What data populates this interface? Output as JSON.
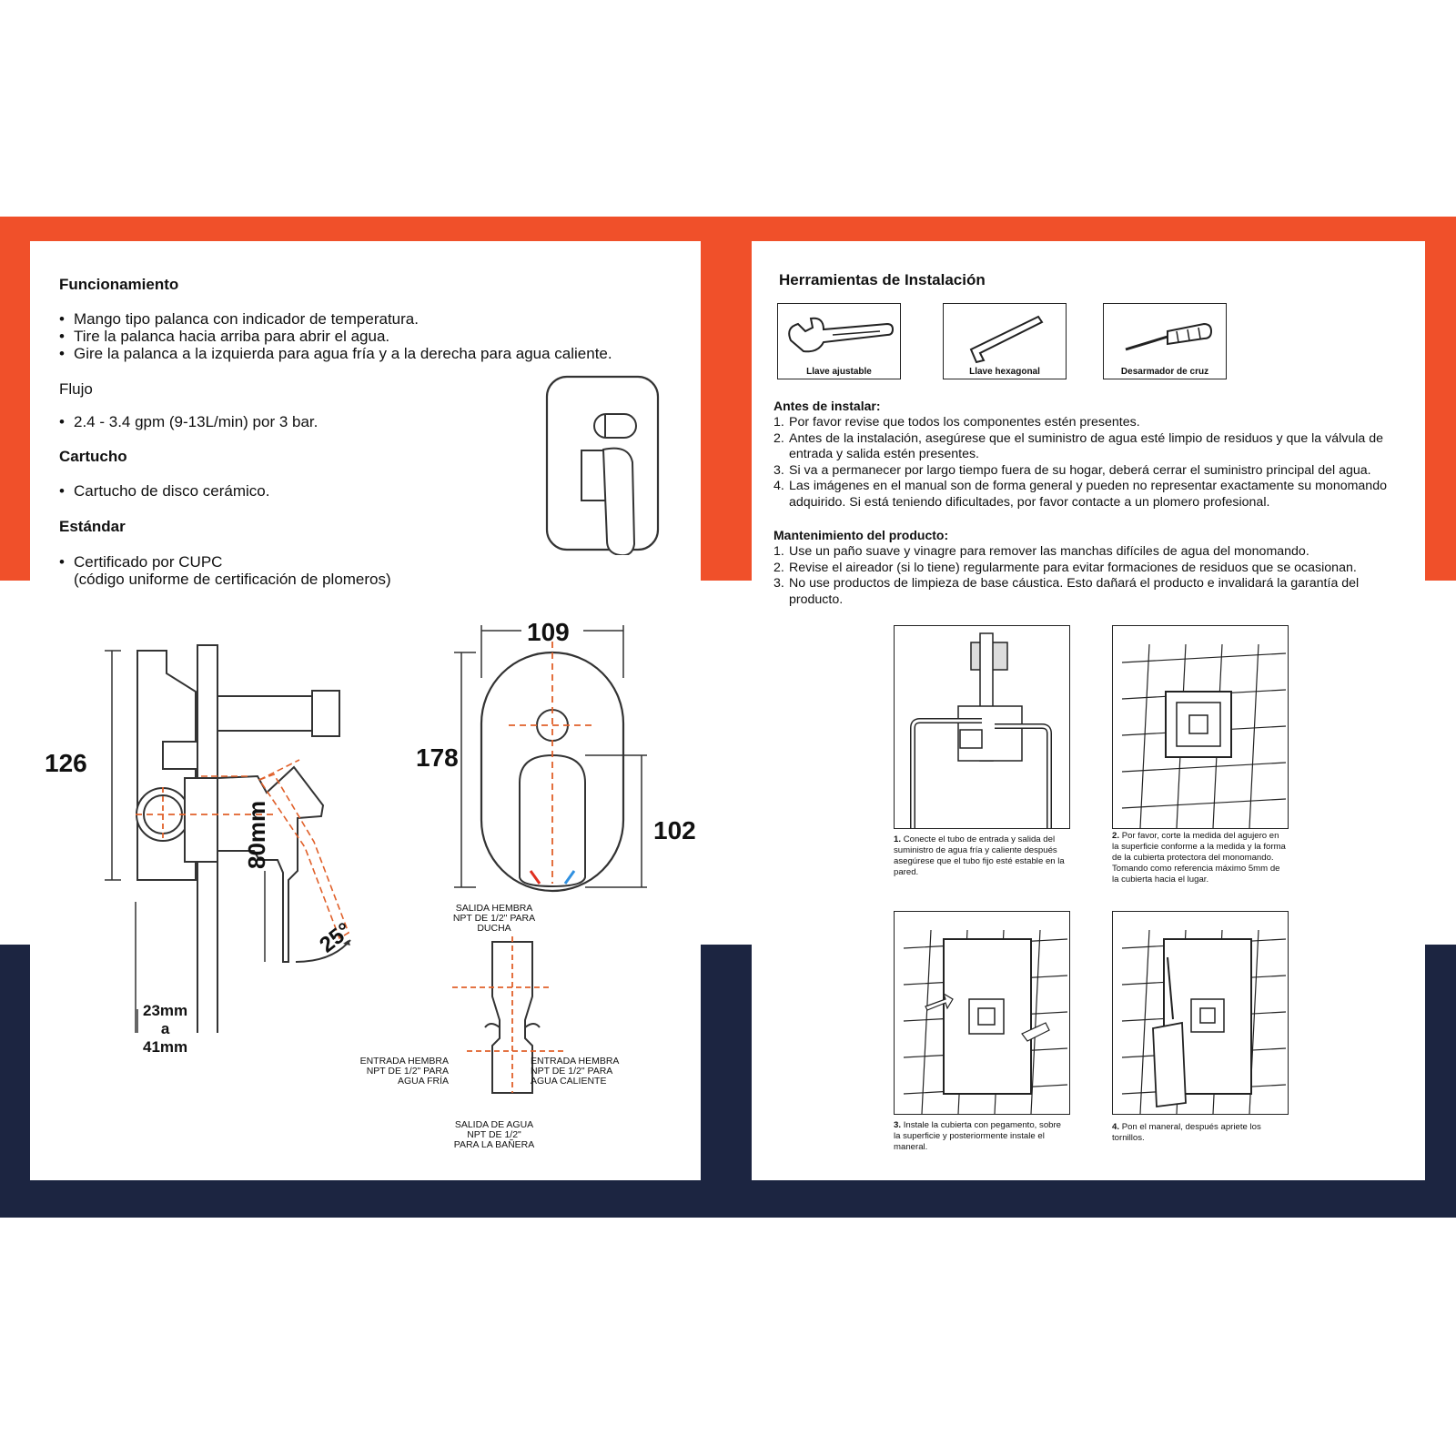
{
  "colors": {
    "accent": "#f0502a",
    "navy": "#1c2541",
    "dimension_line": "#e0602a"
  },
  "left": {
    "funcionamiento": {
      "title": "Funcionamiento",
      "items": [
        "Mango tipo palanca con indicador de temperatura.",
        "Tire la palanca hacia arriba para abrir el agua.",
        "Gire la palanca a la izquierda para agua fría y a la derecha para agua caliente."
      ]
    },
    "flujo": {
      "title": "Flujo",
      "items": [
        "2.4 - 3.4 gpm (9-13L/min) por 3 bar."
      ]
    },
    "cartucho": {
      "title": "Cartucho",
      "items": [
        "Cartucho de disco cerámico."
      ]
    },
    "estandar": {
      "title": "Estándar",
      "line1": "Certificado por CUPC",
      "line2": "(código uniforme de certificación de plomeros)"
    },
    "dimensions": {
      "height_126": "126",
      "width_109": "109",
      "height_178": "178",
      "height_102": "102",
      "handle_80": "80mm",
      "angle_25": "25°",
      "depth_a": "23mm",
      "depth_b": "a",
      "depth_c": "41mm"
    },
    "ports": {
      "shower_out": [
        "SALIDA HEMBRA",
        "NPT DE 1/2\" PARA",
        "DUCHA"
      ],
      "cold_in": [
        "ENTRADA HEMBRA",
        "NPT DE 1/2\" PARA",
        "AGUA FRÍA"
      ],
      "hot_in": [
        "ENTRADA HEMBRA",
        "NPT DE 1/2\" PARA",
        "AGUA CALIENTE"
      ],
      "tub_out": [
        "SALIDA DE AGUA",
        "NPT DE 1/2\"",
        "PARA LA BAÑERA"
      ]
    }
  },
  "right": {
    "tools": {
      "title": "Herramientas de Instalación",
      "items": [
        {
          "label": "Llave ajustable",
          "icon": "adjustable-wrench-icon"
        },
        {
          "label": "Llave hexagonal",
          "icon": "hex-key-icon"
        },
        {
          "label": "Desarmador de cruz",
          "icon": "phillips-screwdriver-icon"
        }
      ]
    },
    "antes": {
      "title": "Antes de instalar:",
      "items": [
        {
          "n": "1.",
          "text": "Por favor revise que todos los componentes estén presentes."
        },
        {
          "n": "2.",
          "text": "Antes de la instalación, asegúrese que el suministro de agua esté limpio de residuos y que la válvula de entrada y salida estén presentes."
        },
        {
          "n": "3.",
          "text": "Si va a permanecer por largo tiempo fuera de su hogar, deberá cerrar el suministro principal del agua."
        },
        {
          "n": "4.",
          "text": "Las imágenes en el manual son de forma general y pueden no representar exactamente su monomando adquirido. Si está teniendo dificultades, por favor contacte a un plomero profesional."
        }
      ]
    },
    "mantenimiento": {
      "title": "Mantenimiento del producto:",
      "items": [
        {
          "n": "1.",
          "text": "Use un paño suave y vinagre para remover las manchas difíciles de agua del monomando."
        },
        {
          "n": "2.",
          "text": "Revise el aireador (si lo tiene) regularmente para evitar formaciones de residuos que se ocasionan."
        },
        {
          "n": "3.",
          "text": "No use productos de limpieza de base cáustica. Esto dañará el producto e invalidará la garantía del producto."
        }
      ]
    },
    "steps": [
      {
        "n": "1.",
        "text": "Conecte el tubo de entrada y salida del suministro de agua fría y caliente después asegúrese que el tubo fijo esté estable en la pared."
      },
      {
        "n": "2.",
        "text": "Por favor, corte la medida del agujero en la superficie conforme a la medida y la forma de la cubierta protectora del monomando. Tomando como referencia máximo 5mm de la cubierta hacia el lugar."
      },
      {
        "n": "3.",
        "text": "Instale la cubierta con pegamento, sobre la superficie y posteriormente instale el maneral."
      },
      {
        "n": "4.",
        "text": "Pon el maneral, después apriete los tornillos."
      }
    ]
  }
}
